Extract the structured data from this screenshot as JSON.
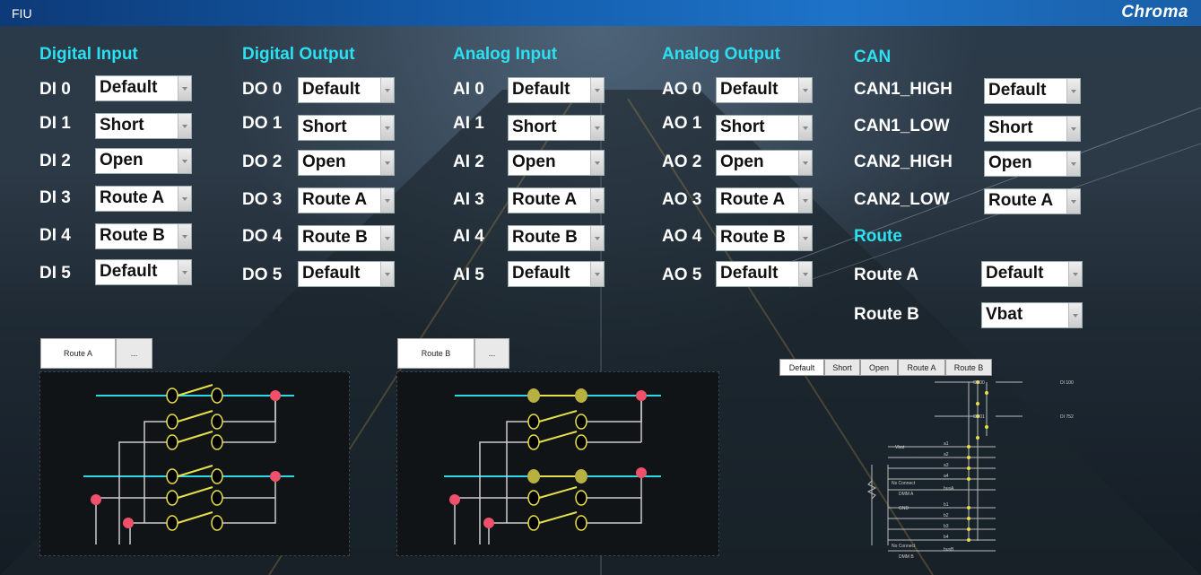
{
  "window": {
    "title": "FIU",
    "logo": "Chroma"
  },
  "sections": [
    {
      "header": "Digital Input",
      "rows": [
        {
          "label": "DI 0",
          "value": "Default"
        },
        {
          "label": "DI 1",
          "value": "Short"
        },
        {
          "label": "DI 2",
          "value": "Open"
        },
        {
          "label": "DI 3",
          "value": "Route A"
        },
        {
          "label": "DI 4",
          "value": "Route B"
        },
        {
          "label": "DI 5",
          "value": "Default"
        }
      ]
    },
    {
      "header": "Digital Output",
      "rows": [
        {
          "label": "DO 0",
          "value": "Default"
        },
        {
          "label": "DO 1",
          "value": "Short"
        },
        {
          "label": "DO 2",
          "value": "Open"
        },
        {
          "label": "DO 3",
          "value": "Route A"
        },
        {
          "label": "DO 4",
          "value": "Route B"
        },
        {
          "label": "DO 5",
          "value": "Default"
        }
      ]
    },
    {
      "header": "Analog Input",
      "rows": [
        {
          "label": "AI 0",
          "value": "Default"
        },
        {
          "label": "AI 1",
          "value": "Short"
        },
        {
          "label": "AI 2",
          "value": "Open"
        },
        {
          "label": "AI 3",
          "value": "Route A"
        },
        {
          "label": "AI 4",
          "value": "Route B"
        },
        {
          "label": "AI 5",
          "value": "Default"
        }
      ]
    },
    {
      "header": "Analog Output",
      "rows": [
        {
          "label": "AO 0",
          "value": "Default"
        },
        {
          "label": "AO 1",
          "value": "Short"
        },
        {
          "label": "AO 2",
          "value": "Open"
        },
        {
          "label": "AO 3",
          "value": "Route A"
        },
        {
          "label": "AO 4",
          "value": "Route B"
        },
        {
          "label": "AO 5",
          "value": "Default"
        }
      ]
    }
  ],
  "can": {
    "header": "CAN",
    "rows": [
      {
        "label": "CAN1_HIGH",
        "value": "Default"
      },
      {
        "label": "CAN1_LOW",
        "value": "Short"
      },
      {
        "label": "CAN2_HIGH",
        "value": "Open"
      },
      {
        "label": "CAN2_LOW",
        "value": "Route A"
      }
    ]
  },
  "route": {
    "header": "Route",
    "rows": [
      {
        "label": "Route A",
        "value": "Default"
      },
      {
        "label": "Route B",
        "value": "Vbat"
      }
    ]
  },
  "panel_a": {
    "tab": "Route A",
    "more": "..."
  },
  "panel_b": {
    "tab": "Route B",
    "more": "..."
  },
  "schematic": {
    "tabs": [
      "Default",
      "Short",
      "Open",
      "Route A",
      "Route B"
    ],
    "net_labels": [
      "CH00",
      "CH01",
      "DI 100",
      "DI 752",
      "Vbat",
      "Ns Connect",
      "DMM A",
      "GND",
      "No Connect",
      "DMM B"
    ],
    "switch_labels": [
      "a1",
      "a2",
      "a3",
      "a4",
      "busA",
      "b1",
      "b2",
      "b3",
      "b4",
      "busB"
    ]
  },
  "colors": {
    "accent_header": "#2be0f0",
    "title_bar": "#1560b0",
    "bus_line": "#2bd8e8",
    "switch_on": "#e8e04a",
    "node": "#f0506a"
  }
}
